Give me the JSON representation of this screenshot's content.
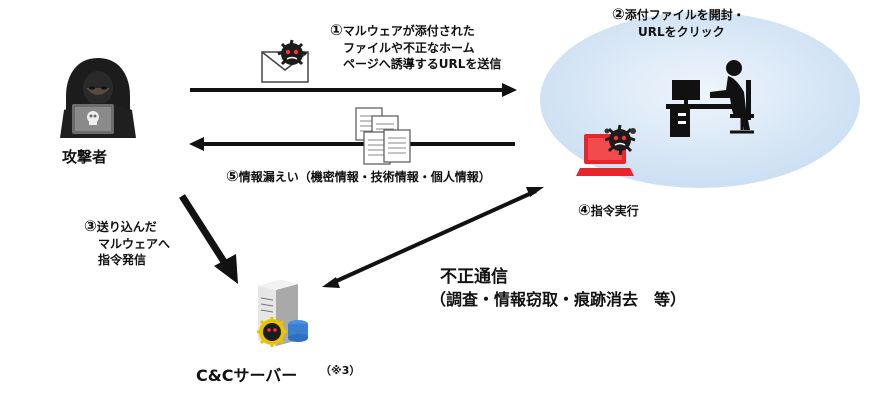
{
  "attacker": {
    "label": "攻撃者"
  },
  "steps": {
    "step1": {
      "number": "①",
      "lines": [
        "マルウェアが添付された",
        "ファイルや不正なホーム",
        "ページへ誘導するURLを送信"
      ]
    },
    "step2": {
      "number": "②",
      "lines": [
        "添付ファイルを開封・",
        "URLをクリック"
      ]
    },
    "step3": {
      "number": "③",
      "lines": [
        "送り込んだ",
        "マルウェアへ",
        "指令発信"
      ]
    },
    "step4": {
      "number": "④",
      "text": "指令実行"
    },
    "step5": {
      "number": "⑤",
      "text": "情報漏えい（機密情報・技術情報・個人情報）"
    }
  },
  "illegal_comm": {
    "title": "不正通信",
    "detail": "（調査・情報窃取・痕跡消去　等）"
  },
  "cc_server": {
    "label": "C&Cサーバー",
    "note": "（※3）"
  },
  "colors": {
    "arrow": "#111111",
    "victim_bg": "#d6e6f6",
    "laptop_red": "#e8252a",
    "malware": "#222222",
    "malware_glow": "#e8c400"
  }
}
